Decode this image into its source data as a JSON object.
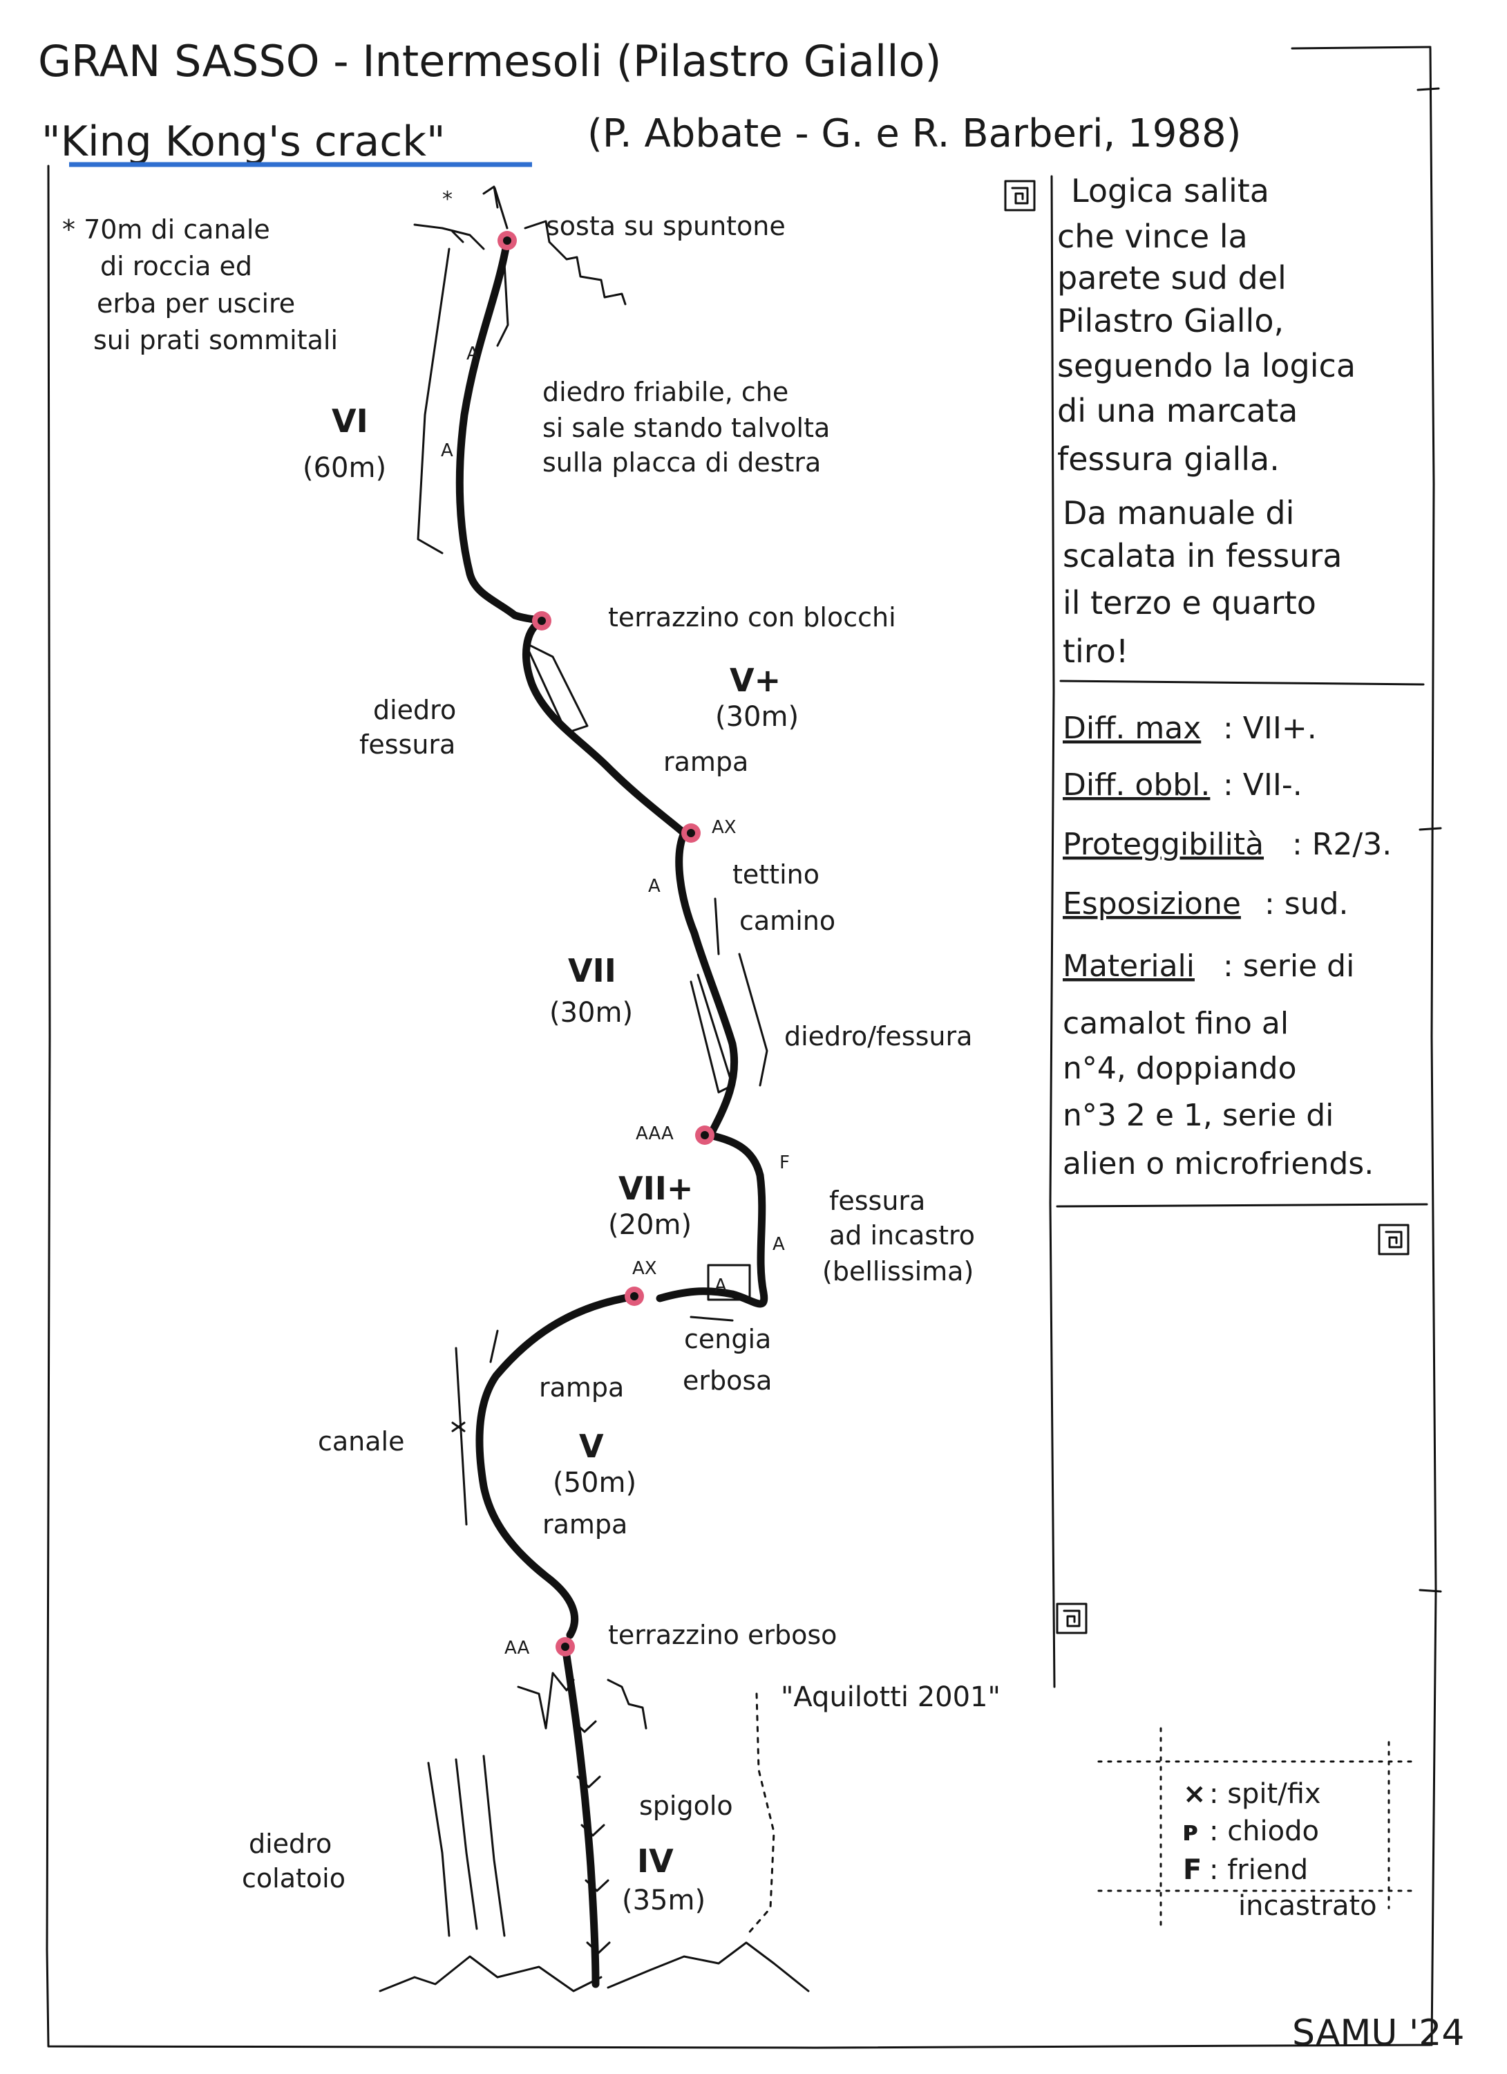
{
  "title_line1": "GRAN SASSO - Intermesoli (Pilastro Giallo)",
  "route_name": "\"King Kong's crack\"",
  "authors": "(P. Abbate - G. e R. Barberi, 1988)",
  "colors": {
    "ink": "#111111",
    "belay": "#e05a7a",
    "underline": "#2f6fd0"
  },
  "left": {
    "exit_note": [
      "* 70m di canale",
      "di roccia ed",
      "erba per uscire",
      "sui prati sommitali"
    ],
    "belays": [
      {
        "label": "sosta su spuntone"
      },
      {
        "label": "terrazzino con blocchi"
      },
      {
        "label": "AX"
      },
      {
        "label": "AAA"
      },
      {
        "label": "AX"
      },
      {
        "label": "AA"
      }
    ],
    "pitches": [
      {
        "grade": "VI",
        "length": "(60m)"
      },
      {
        "grade": "V+",
        "length": "(30m)"
      },
      {
        "grade": "VII",
        "length": "(30m)"
      },
      {
        "grade": "VII+",
        "length": "(20m)"
      },
      {
        "grade": "V",
        "length": "(50m)"
      },
      {
        "grade": "IV",
        "length": "(35m)"
      }
    ],
    "notes": {
      "diedro_friabile": [
        "diedro friabile, che",
        "si sale stando talvolta",
        "sulla placca di destra"
      ],
      "diedro_fessura": [
        "diedro",
        "fessura"
      ],
      "rampa1": "rampa",
      "tettino": "tettino",
      "camino": "camino",
      "diedro_fessura2": "diedro/fessura",
      "fessura_incastro": [
        "fessura",
        "ad incastro",
        "(bellissima)"
      ],
      "cengia": [
        "cengia",
        "erbosa"
      ],
      "rampa2": "rampa",
      "canale": "canale",
      "rampa3": "rampa",
      "terrazzino_erboso": "terrazzino erboso",
      "aquilotti": "\"Aquilotti 2001\"",
      "spigolo": "spigolo",
      "diedro_colatoio": [
        "diedro",
        "colatoio"
      ]
    },
    "markers": {
      "piton": "A",
      "friend": "F",
      "star": "*"
    }
  },
  "right_panel": {
    "description": [
      "Logica salita",
      "che vince la",
      "parete sud del",
      "Pilastro Giallo,",
      "seguendo la logica",
      "di una marcata",
      "fessura gialla.",
      "Da manuale di",
      "scalata in fessura",
      "il terzo e quarto",
      "tiro!"
    ],
    "info": [
      {
        "key": "Diff. max",
        "value": ": VII+."
      },
      {
        "key": "Diff. obbl.",
        "value": ": VII-."
      },
      {
        "key": "Proteggibilità",
        "value": ": R2/3."
      },
      {
        "key": "Esposizione",
        "value": ": sud."
      },
      {
        "key": "Materiali",
        "value": ": serie di"
      }
    ],
    "materials_extra": [
      "camalot fino al",
      "n°4, doppiando",
      "n°3 2 e 1, serie di",
      "alien o microfriends."
    ]
  },
  "legend": [
    {
      "symbol": "×",
      "text": ": spit/fix"
    },
    {
      "symbol": "ᴘ",
      "text": ": chiodo"
    },
    {
      "symbol": "F",
      "text": ": friend"
    },
    {
      "symbol": "",
      "text": "incastrato"
    }
  ],
  "signature": "SAMU '24"
}
